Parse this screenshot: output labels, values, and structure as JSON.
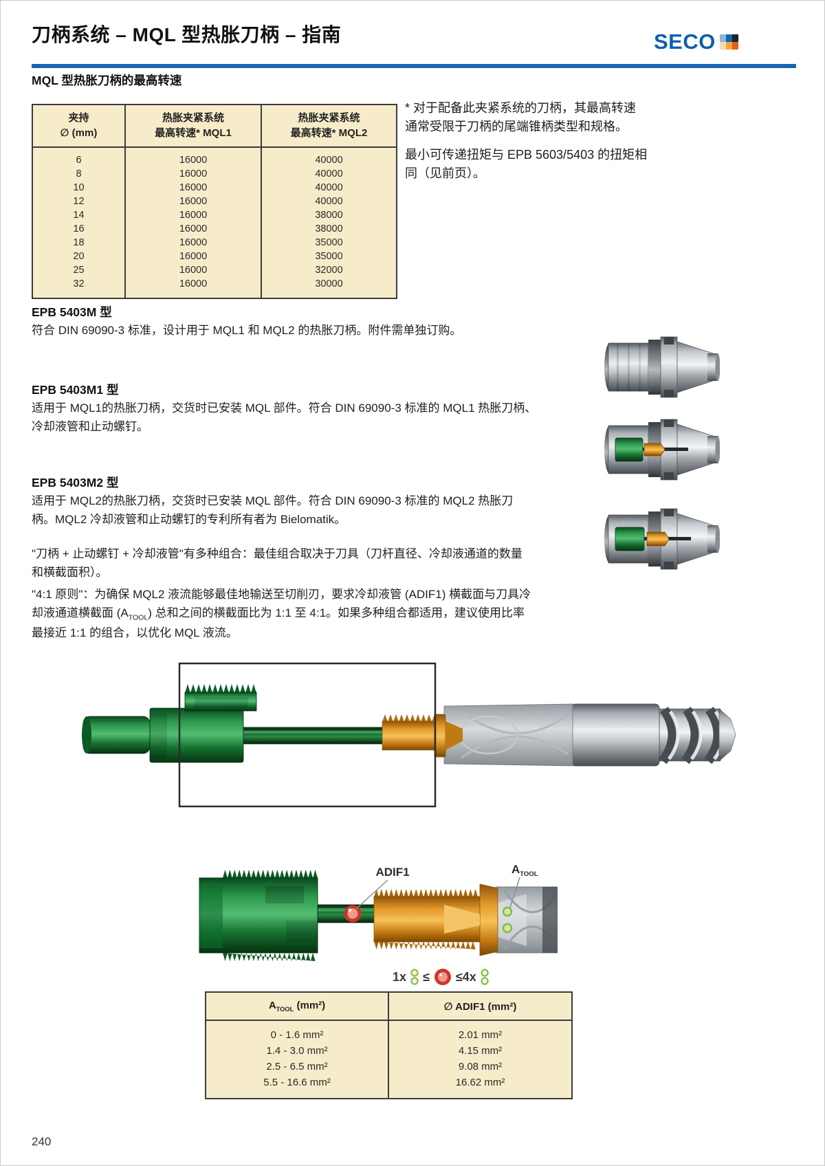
{
  "header": {
    "title": "刀柄系统 – MQL 型热胀刀柄 – 指南",
    "logo_text": "SECO",
    "logo_squares": [
      "#8ab5dc",
      "#1565ab",
      "#1d222b",
      "#f2ddb0",
      "#f0a838",
      "#e05f1d"
    ],
    "rule_color": "#1767ae"
  },
  "intro": {
    "heading": "MQL 型热胀刀柄的最高转速"
  },
  "speeds_table": {
    "headers": [
      "夹持\n∅ (mm)",
      "热胀夹紧系统\n最高转速* MQL1",
      "热胀夹紧系统\n最高转速* MQL2"
    ],
    "rows": [
      [
        "6",
        "16000",
        "40000"
      ],
      [
        "8",
        "16000",
        "40000"
      ],
      [
        "10",
        "16000",
        "40000"
      ],
      [
        "12",
        "16000",
        "40000"
      ],
      [
        "14",
        "16000",
        "38000"
      ],
      [
        "16",
        "16000",
        "38000"
      ],
      [
        "18",
        "16000",
        "35000"
      ],
      [
        "20",
        "16000",
        "35000"
      ],
      [
        "25",
        "16000",
        "32000"
      ],
      [
        "32",
        "16000",
        "30000"
      ]
    ]
  },
  "notes": {
    "footnote": "* 对于配备此夹紧系统的刀柄，其最高转速\n通常受限于刀柄的尾端锥柄类型和规格。",
    "torque": "最小可传递扭矩与 EPB 5603/5403 的扭矩相\n同（见前页）。"
  },
  "epb5403m": {
    "heading": "EPB 5403M 型",
    "body": "符合 DIN 69090-3 标准，设计用于 MQL1 和 MQL2 的热胀刀柄。附件需单独订购。"
  },
  "epb5403m1": {
    "heading": "EPB 5403M1 型",
    "body": "适用于 MQL1的热胀刀柄，交货时已安装 MQL 部件。符合 DIN 69090-3 标准的 MQL1 热胀刀柄、\n冷却液管和止动螺钉。"
  },
  "epb5403m2": {
    "heading": "EPB 5403M2 型",
    "body": "适用于 MQL2的热胀刀柄，交货时已安装 MQL 部件。符合 DIN 69090-3 标准的 MQL2 热胀刀\n柄。MQL2 冷却液管和止动螺钉的专利所有者为 Bielomatik。"
  },
  "combo_paragraph": "\"刀柄 + 止动螺钉 + 冷却液管\"有多种组合：最佳组合取决于刀具（刀杆直径、冷却液通道的数量\n和横截面积）。",
  "ratio_paragraph": {
    "part1": "\"4:1 原则\"：为确保 MQL2 液流能够最佳地输送至切削刃，要求冷却液管 (ADIF1) 横截面与刀具冷\n却液通道横截面 (A",
    "sub": "TOOL",
    "part2": ") 总和之间的横截面比为 1:1 至 4:1。如果多种组合都适用，建议使用比率\n最接近 1:1 的组合，以优化 MQL 液流。"
  },
  "figure": {
    "adif1_label": "ADIF1",
    "atool_label_main": "A",
    "atool_label_sub": "TOOL",
    "formula": {
      "t1": "1x",
      "t2": "≤",
      "t3": "≤4x"
    },
    "marker_colors": {
      "adif1": "#cd382a",
      "atool": "#8cbb4e"
    }
  },
  "area_table": {
    "col1": {
      "main": "A",
      "sub": "TOOL",
      "rest": " (mm²)"
    },
    "col2": "∅ ADIF1 (mm²)",
    "rows": [
      [
        "0 - 1.6 mm²",
        "2.01 mm²"
      ],
      [
        "1.4 - 3.0 mm²",
        "4.15 mm²"
      ],
      [
        "2.5 - 6.5 mm²",
        "9.08 mm²"
      ],
      [
        "5.5 - 16.6 mm²",
        "16.62 mm²"
      ]
    ]
  },
  "colors": {
    "table_bg": "#f7ecca",
    "table_border": "#3b3b3b",
    "seco_blue": "#0e60ab",
    "accent_rule": "#1767ae",
    "green_part": "#1e7a38",
    "orange_part": "#e89c2e"
  },
  "page": {
    "number": "240"
  }
}
